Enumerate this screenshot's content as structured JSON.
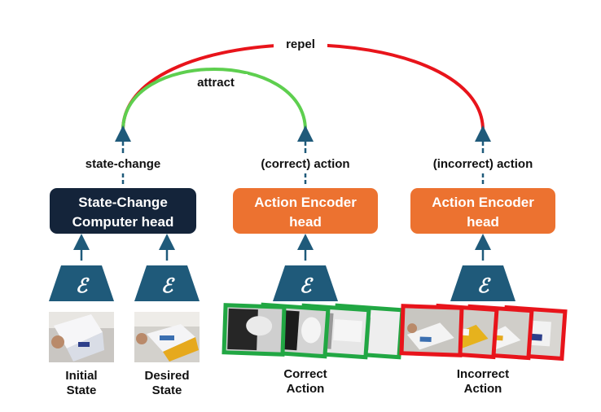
{
  "arcs": {
    "repel_label": "repel",
    "attract_label": "attract"
  },
  "heads": {
    "state_change": {
      "label": "state-change",
      "line1": "State-Change",
      "line2": "Computer head"
    },
    "correct": {
      "label": "(correct) action",
      "line1": "Action Encoder",
      "line2": "head"
    },
    "incorrect": {
      "label": "(incorrect) action",
      "line1": "Action Encoder",
      "line2": "head"
    }
  },
  "encoder_symbol": "ℰ",
  "inputs": {
    "initial": {
      "line1": "Initial",
      "line2": "State"
    },
    "desired": {
      "line1": "Desired",
      "line2": "State"
    },
    "correct": {
      "line1": "Correct",
      "line2": "Action"
    },
    "incorrect": {
      "line1": "Incorrect",
      "line2": "Action"
    }
  },
  "colors": {
    "repel": "#e8141b",
    "attract": "#5ecf4f",
    "state_head": "#14243a",
    "action_head": "#ec7230",
    "encoder": "#1f5a7a",
    "arrow": "#1f5a7a",
    "correct_frame": "#21a743",
    "incorrect_frame": "#e8141b"
  }
}
